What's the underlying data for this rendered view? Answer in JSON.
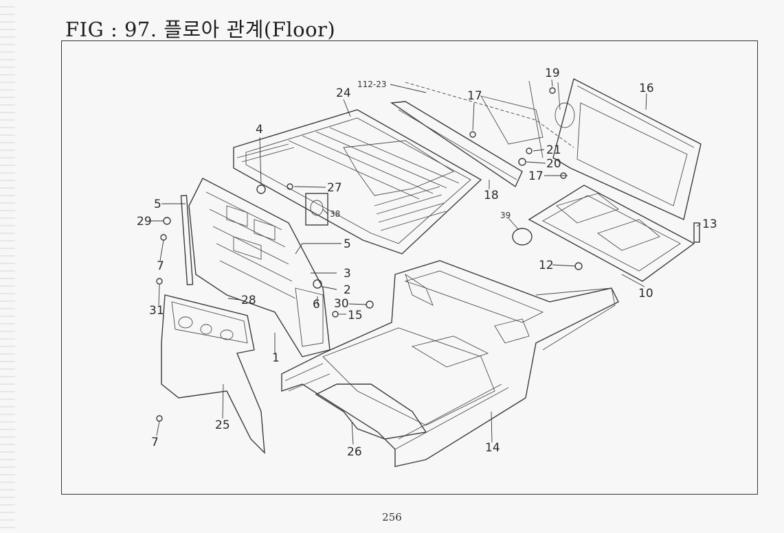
{
  "figure": {
    "title": "FIG : 97. 플로아 관계(Floor)",
    "page_number": "256"
  },
  "callouts": [
    "112-23",
    "24",
    "17",
    "19",
    "16",
    "4",
    "21",
    "20",
    "17",
    "27",
    "5",
    "38",
    "18",
    "39",
    "13",
    "29",
    "5",
    "7",
    "3",
    "2",
    "12",
    "10",
    "31",
    "28",
    "6",
    "30",
    "15",
    "1",
    "25",
    "7",
    "26",
    "14"
  ]
}
